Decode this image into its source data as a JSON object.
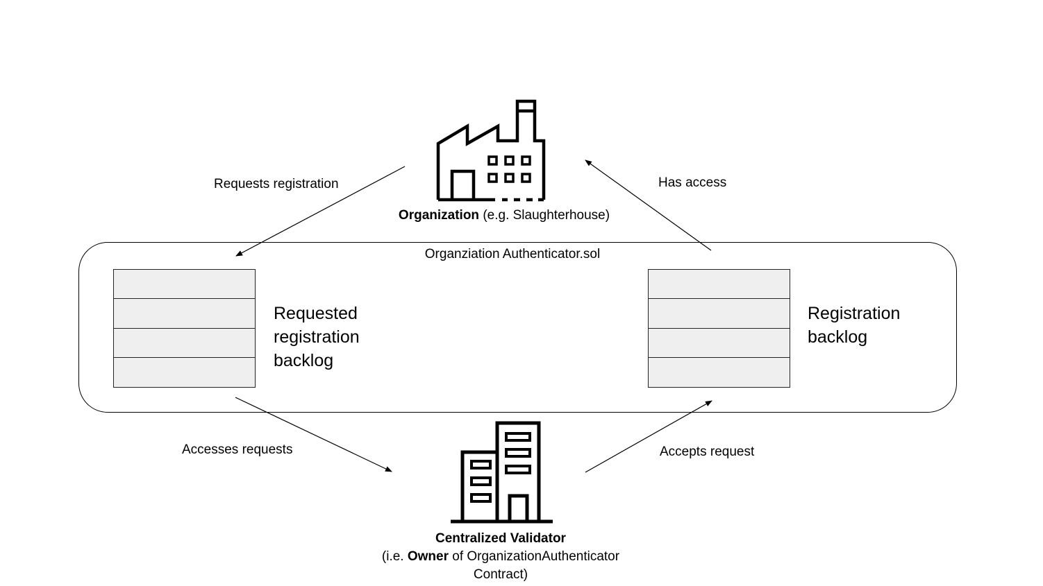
{
  "organization": {
    "icon": "factory-icon",
    "name_bold": "Organization",
    "name_rest": " (e.g. Slaughterhouse)"
  },
  "contract": {
    "title": "Organziation Authenticator.sol",
    "requested_backlog": {
      "line1": "Requested",
      "line2": "registration",
      "line3": "backlog"
    },
    "registration_backlog": {
      "line1": "Registration",
      "line2": "backlog"
    }
  },
  "validator": {
    "icon": "office-buildings-icon",
    "title": "Centralized Validator",
    "line2_prefix": "(i.e. ",
    "line2_bold": "Owner",
    "line2_rest": " of OrganizationAuthenticator",
    "line3": "Contract)"
  },
  "edges": {
    "requests_registration": "Requests registration",
    "has_access": "Has access",
    "accesses_requests": "Accesses requests",
    "accepts_request": "Accepts request"
  }
}
